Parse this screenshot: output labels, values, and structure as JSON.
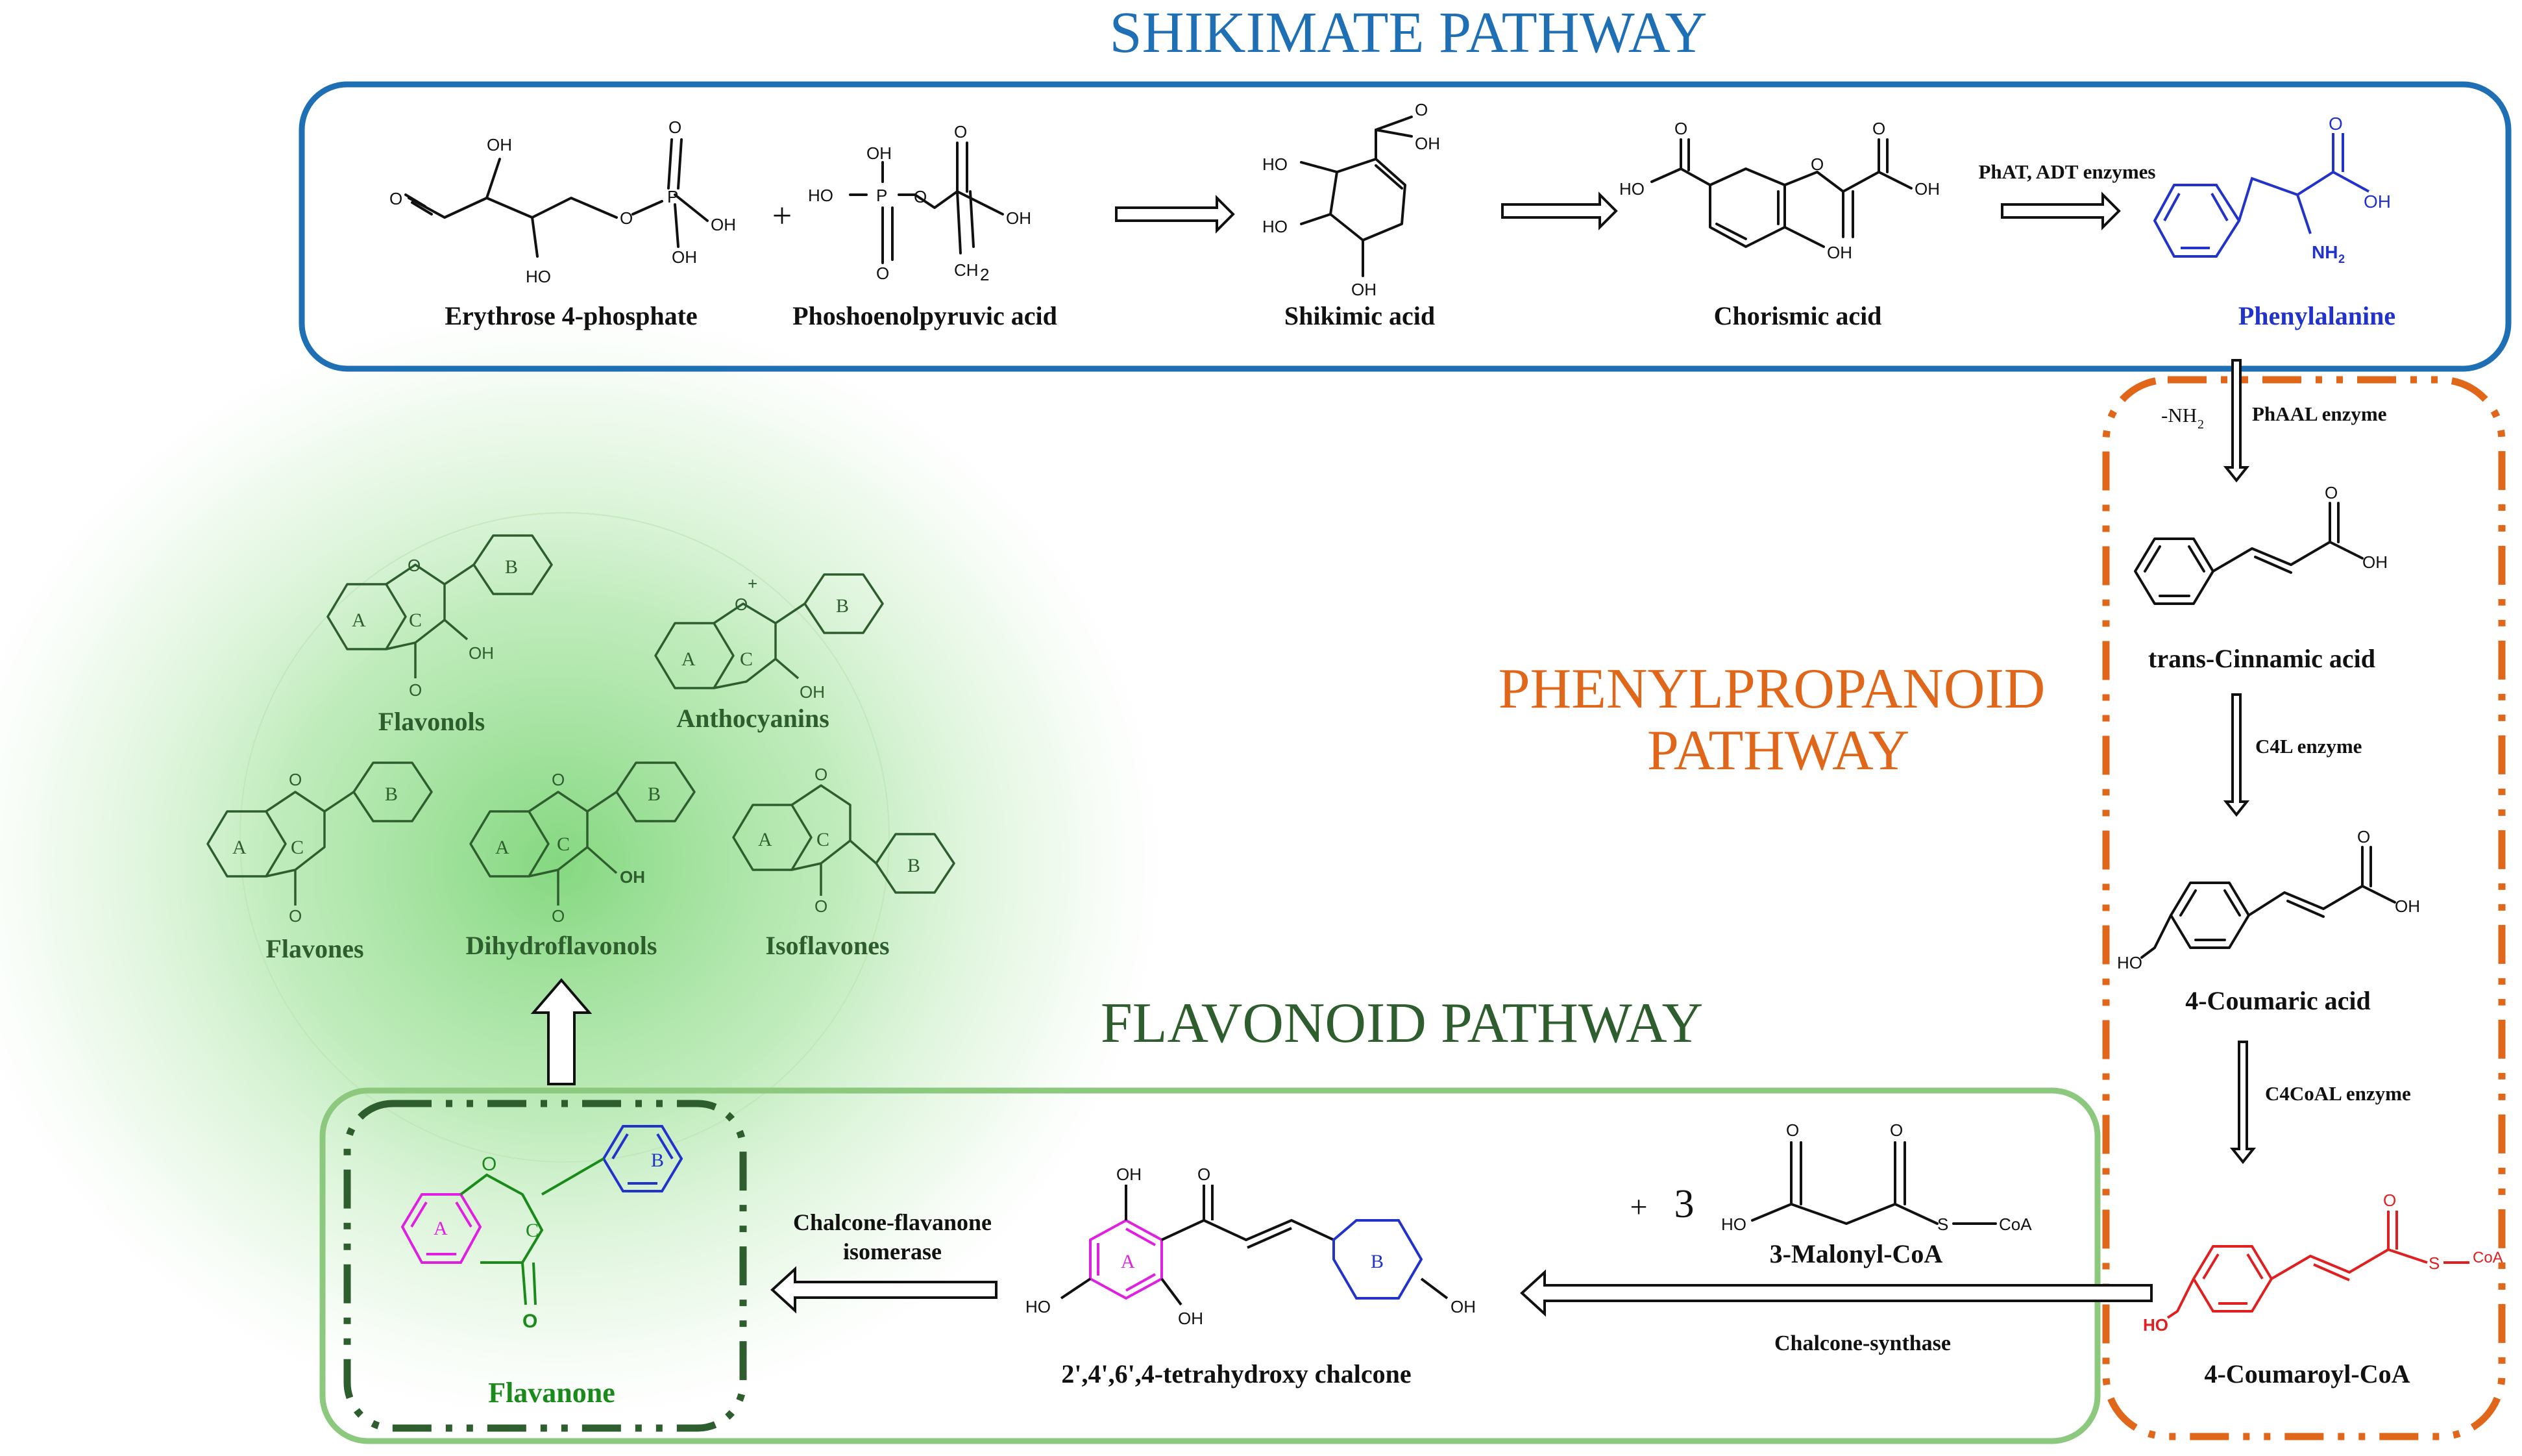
{
  "titles": {
    "shikimate": "SHIKIMATE PATHWAY",
    "phenylpropanoid_line1": "PHENYLPROPANOID",
    "phenylpropanoid_line2": "PATHWAY",
    "flavonoid": "FLAVONOID PATHWAY"
  },
  "colors": {
    "shikimate": "#1f6fb5",
    "phenylpropanoid": "#e0661a",
    "flavonoid": "#2e5e2e",
    "flavonoid_box": "#8cc97f",
    "flavanone": "#1a8a1a",
    "ring_a": "#e020e0",
    "ring_b": "#2233cc",
    "coumaroyl": "#e02020"
  },
  "compounds": {
    "erythrose": "Erythrose 4-phosphate",
    "pep": "Phoshoenolpyruvic acid",
    "shikimic": "Shikimic acid",
    "chorismic": "Chorismic acid",
    "phenylalanine": "Phenylalanine",
    "cinnamic": "trans-Cinnamic acid",
    "coumaric": "4-Coumaric acid",
    "coumaroyl": "4-Coumaroyl-CoA",
    "malonyl": "3-Malonyl-CoA",
    "chalcone": "2',4',6',4-tetrahydroxy chalcone",
    "flavanone": "Flavanone",
    "flavonols": "Flavonols",
    "anthocyanins": "Anthocyanins",
    "flavones": "Flavones",
    "dihydroflavonols": "Dihydroflavonols",
    "isoflavones": "Isoflavones"
  },
  "enzymes": {
    "phat_adt": "PhAT, ADT enzymes",
    "nh2_loss": "-NH",
    "nh2_sub": "2",
    "phaal": "PhAAL enzyme",
    "c4l": "C4L enzyme",
    "c4coal": "C4CoAL enzyme",
    "chs": "Chalcone-synthase",
    "chi_line1": "Chalcone-flavanone",
    "chi_line2": "isomerase"
  },
  "symbols": {
    "plus": "+",
    "plus_three": "+",
    "three": "3"
  },
  "atoms": {
    "oh": "OH",
    "ho": "HO",
    "o": "O",
    "p": "P",
    "nh2": "NH",
    "sub2": "2",
    "ch": "CH",
    "s_coa": "S",
    "coa": "CoA",
    "plus_charge": "+"
  },
  "rings": {
    "a": "A",
    "b": "B",
    "c": "C"
  }
}
